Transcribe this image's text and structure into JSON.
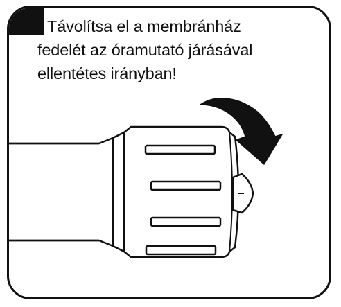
{
  "instruction": {
    "line1": "Távolítsa el a membránház",
    "line2": "fedelét az óramutató járásával",
    "line3": "ellentétes irányban!"
  },
  "icons": {
    "arrow": "counterclockwise-rotation-arrow-icon",
    "housing": "membrane-housing-cap-illustration"
  },
  "colors": {
    "ink": "#111111",
    "paper": "#ffffff"
  }
}
